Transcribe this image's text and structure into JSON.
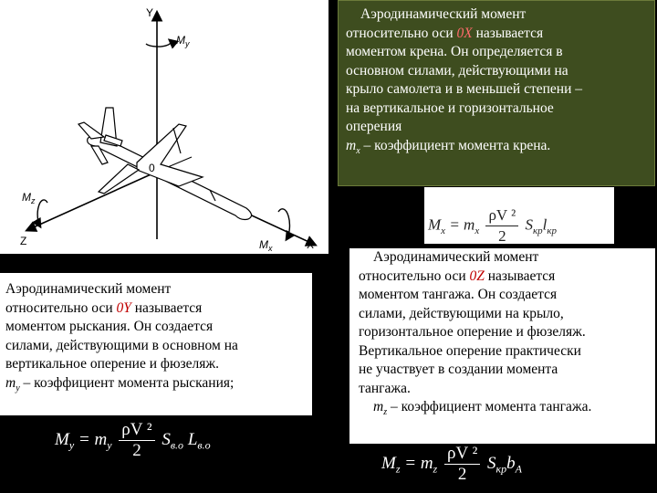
{
  "diagram": {
    "axis_y": "Y",
    "axis_z": "Z",
    "axis_x": "X",
    "origin": "0",
    "moment_y": "M",
    "moment_y_sub": "y",
    "moment_z": "M",
    "moment_z_sub": "z",
    "moment_x": "M",
    "moment_x_sub": "x"
  },
  "roll": {
    "line1_pre": "Аэродинамический момент",
    "line2_pre": "относительно оси ",
    "axis": "0X",
    "line2_post": " называется",
    "line3": "моментом крена. Он определяется в",
    "line4": "основном силами, действующими на",
    "line5": "крыло самолета и в меньшей степени –",
    "line6": "на вертикальное и горизонтальное",
    "line7": "оперения",
    "coef_sym": "m",
    "coef_sub": "x",
    "coef_text": " – коэффициент момента крена."
  },
  "formula_roll": {
    "lhs": "M",
    "lhs_sub": "x",
    "eq": " = m",
    "m_sub": "x",
    "num": "ρV ²",
    "den": "2",
    "tail": "S",
    "tail_sub": "кр",
    "tail2": "l",
    "tail2_sub": "кр"
  },
  "yaw": {
    "line1": "Аэродинамический момент",
    "line2_pre": "относительно оси ",
    "axis": "0Y",
    "line2_post": " называется",
    "line3": "моментом рыскания. Он создается",
    "line4": "силами, действующими в основном на",
    "line5": "вертикальное оперение и фюзеляж.",
    "coef_sym": "m",
    "coef_sub": "y",
    "coef_text": " – коэффициент момента рыскания;"
  },
  "formula_yaw": {
    "lhs": "M",
    "lhs_sub": "y",
    "eq": " = m",
    "m_sub": "y",
    "num": "ρV ²",
    "den": "2",
    "tail": "S",
    "tail_sub": "в.о",
    "tail2": "L",
    "tail2_sub": "в.о"
  },
  "pitch": {
    "line1": "Аэродинамический момент",
    "line2_pre": "относительно оси ",
    "axis": "0Z",
    "line2_post": " называется",
    "line3": "моментом тангажа. Он создается",
    "line4": "силами, действующими на крыло,",
    "line5": "горизонтальное оперение и фюзеляж.",
    "line6": "Вертикальное оперение практически",
    "line7": "не участвует в создании момента",
    "line8": "тангажа.",
    "coef_sym": "m",
    "coef_sub": "z",
    "coef_text": " – коэффициент момента тангажа."
  },
  "formula_pitch": {
    "lhs": "M",
    "lhs_sub": "z",
    "eq": " = m",
    "m_sub": "z",
    "num": "ρV ²",
    "den": "2",
    "tail": "S",
    "tail_sub": "кр",
    "tail2": "b",
    "tail2_sub": "A"
  }
}
